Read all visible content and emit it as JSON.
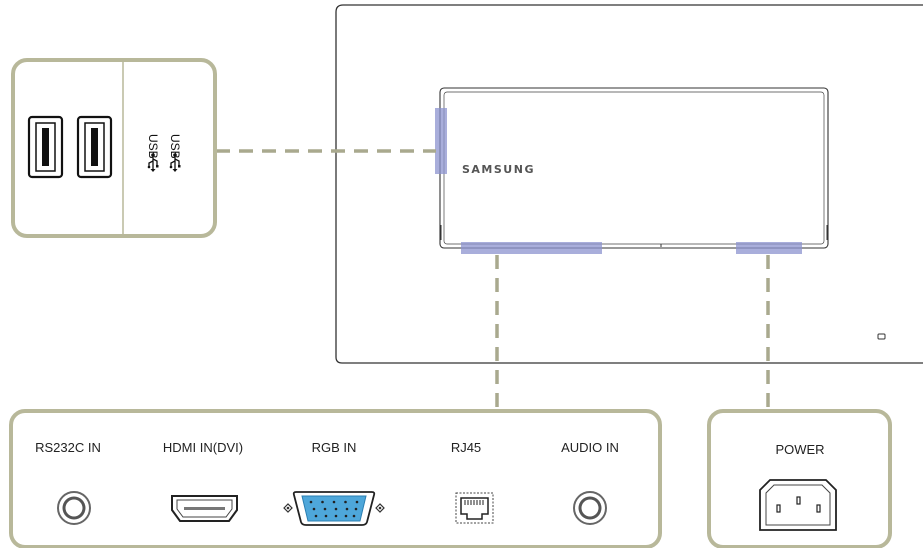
{
  "monitor": {
    "brand": "SAMSUNG"
  },
  "usb_panel": {
    "ports": [
      {
        "label": "USB",
        "icon": "usb-trident-icon"
      },
      {
        "label": "USB",
        "icon": "usb-trident-icon"
      }
    ]
  },
  "io_panel": {
    "ports": [
      {
        "label": "RS232C IN",
        "icon": "round-jack-icon"
      },
      {
        "label": "HDMI IN(DVI)",
        "icon": "hdmi-port-icon"
      },
      {
        "label": "RGB IN",
        "icon": "vga-port-icon"
      },
      {
        "label": "RJ45",
        "icon": "ethernet-port-icon"
      },
      {
        "label": "AUDIO IN",
        "icon": "round-jack-icon"
      }
    ]
  },
  "power_panel": {
    "label": "POWER",
    "icon": "ac-power-socket-icon"
  },
  "colors": {
    "callout_border": "#b8b89a",
    "leader_line": "#a9a98e",
    "highlight": "#8c93cf",
    "monitor_outline": "#333333"
  }
}
